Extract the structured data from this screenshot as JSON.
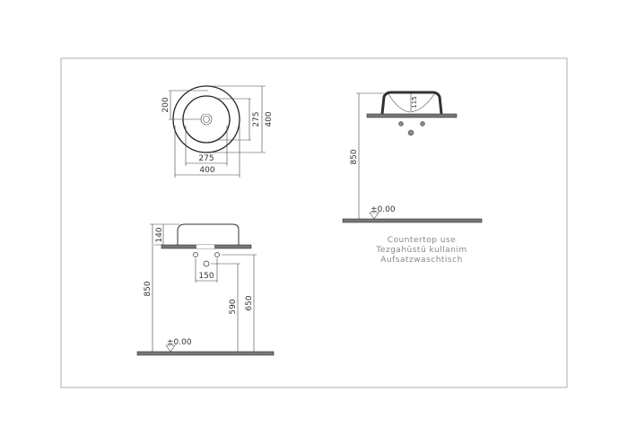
{
  "plan_view": {
    "width_outer": "400",
    "width_inner": "275",
    "height_outer": "400",
    "height_inner": "275",
    "center_offset": "200"
  },
  "side_view_right": {
    "basin_depth": "115",
    "height": "850",
    "floor_level": "±0.00"
  },
  "front_view": {
    "basin_height": "140",
    "height": "850",
    "pipe_spacing": "150",
    "outlet_height": "590",
    "supply_height": "650",
    "floor_level": "±0.00"
  },
  "caption": {
    "line1": "Countertop use",
    "line2": "Tezgahüstü kullanim",
    "line3": "Aufsatzwaschtisch"
  }
}
